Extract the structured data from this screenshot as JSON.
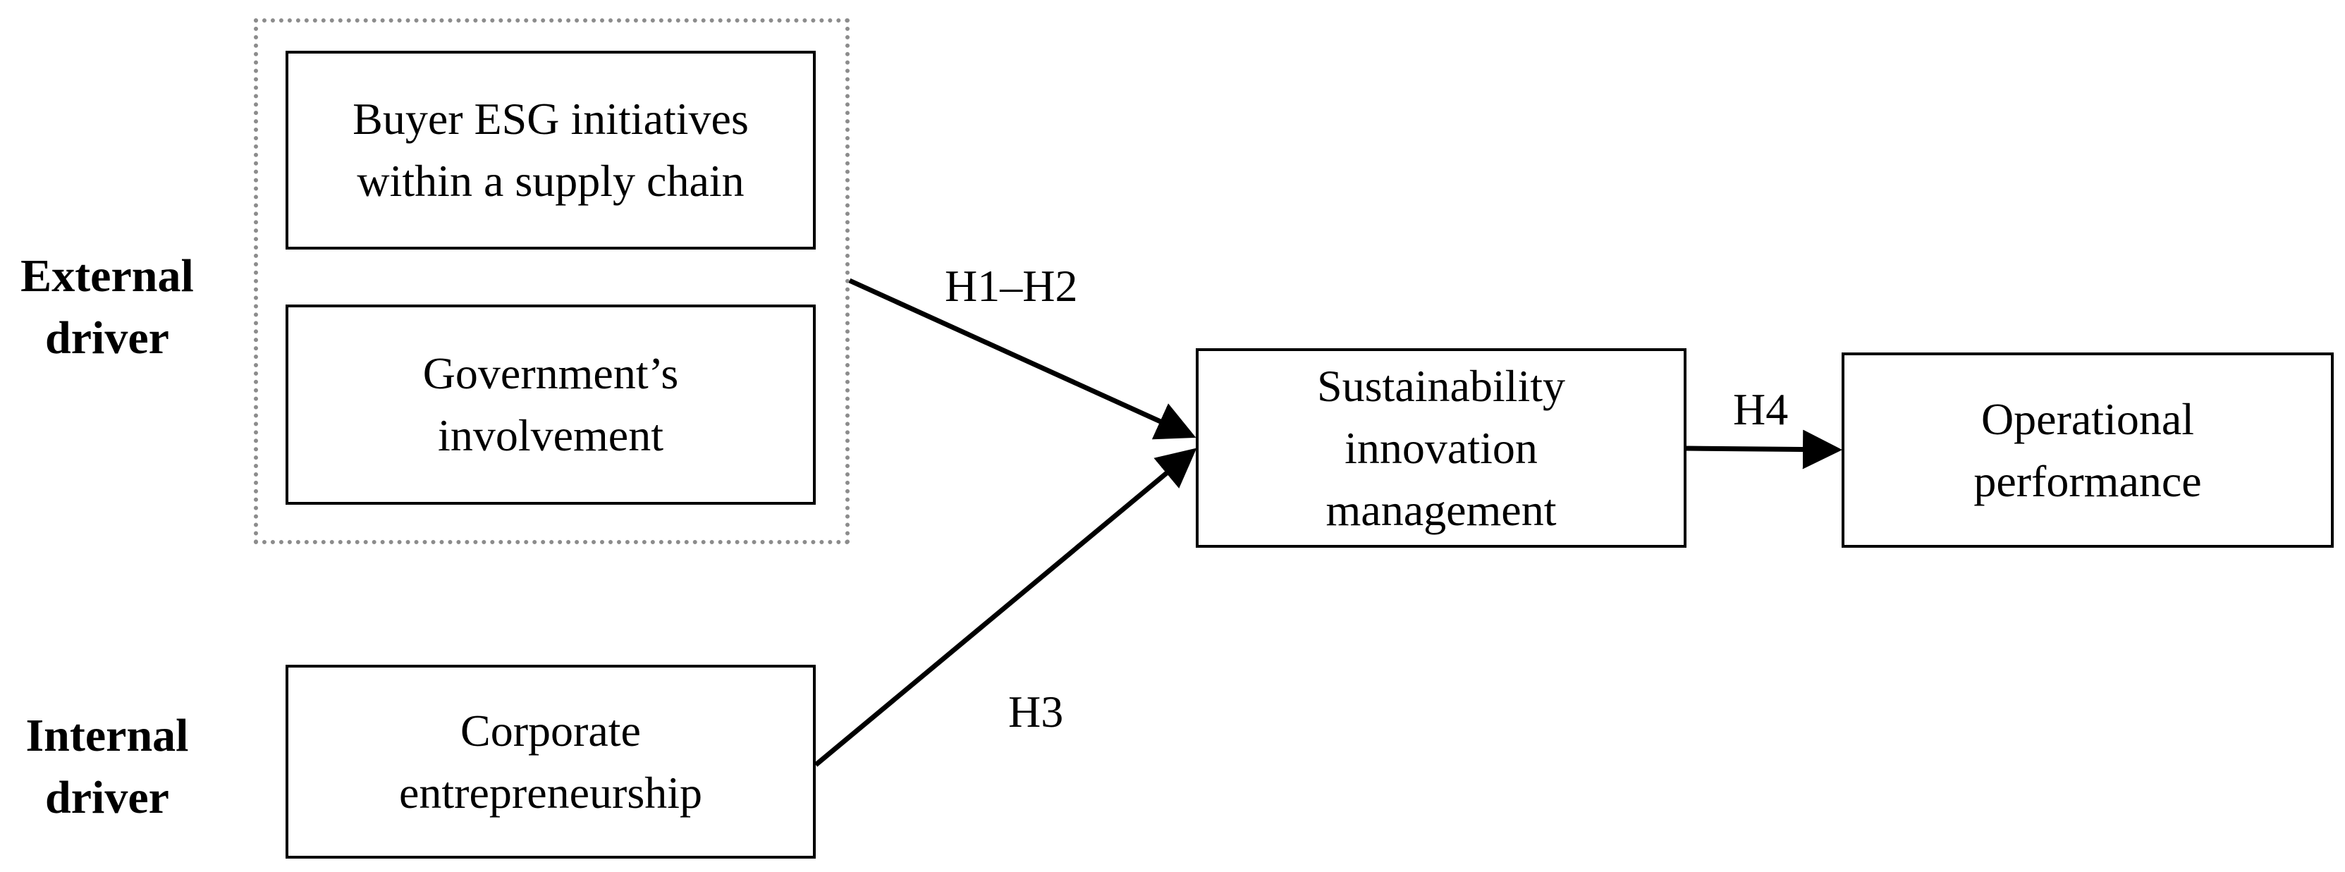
{
  "drivers": {
    "external": "External\ndriver",
    "internal": "Internal\ndriver"
  },
  "constructs": {
    "buyer_esg": "Buyer  ESG  initiatives\nwithin a supply  chain",
    "government": "Government’s\ninvolvement",
    "corporate": "Corporate\nentrepreneurship",
    "sustainability": "Sustainability\ninnovation\nmanagement",
    "operational": "Operational\nperformance"
  },
  "hypotheses": {
    "h1_h2": "H1–H2",
    "h3": "H3",
    "h4": "H4"
  },
  "colors": {
    "line": "#000000",
    "group_border": "#8c8c8c",
    "background": "#ffffff"
  }
}
